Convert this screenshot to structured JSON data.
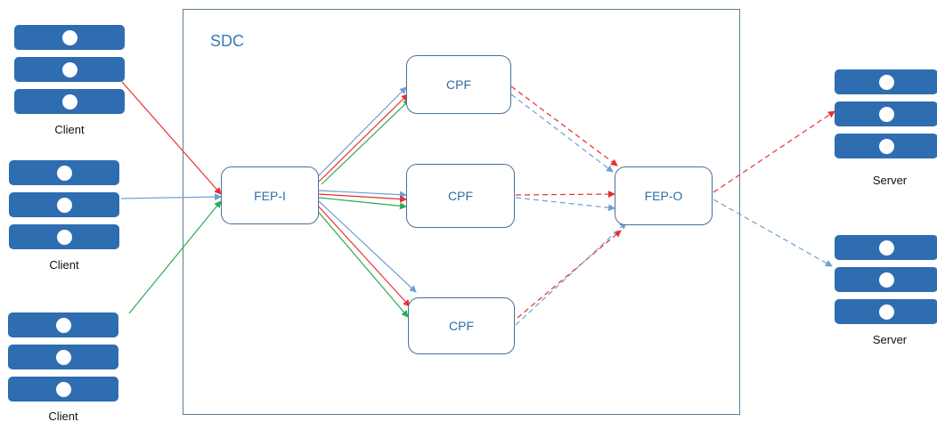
{
  "diagram": {
    "container_label": "SDC",
    "nodes": {
      "fep_in": "FEP-I",
      "cpf_top": "CPF",
      "cpf_mid": "CPF",
      "cpf_bot": "CPF",
      "fep_out": "FEP-O"
    },
    "clients": [
      "Client",
      "Client",
      "Client"
    ],
    "servers": [
      "Server",
      "Server"
    ]
  },
  "colors": {
    "red": "#e8302e",
    "blue": "#6f9fd4",
    "green": "#2daa4f",
    "rack": "#2e6db0",
    "node_text": "#2e6ea6"
  }
}
